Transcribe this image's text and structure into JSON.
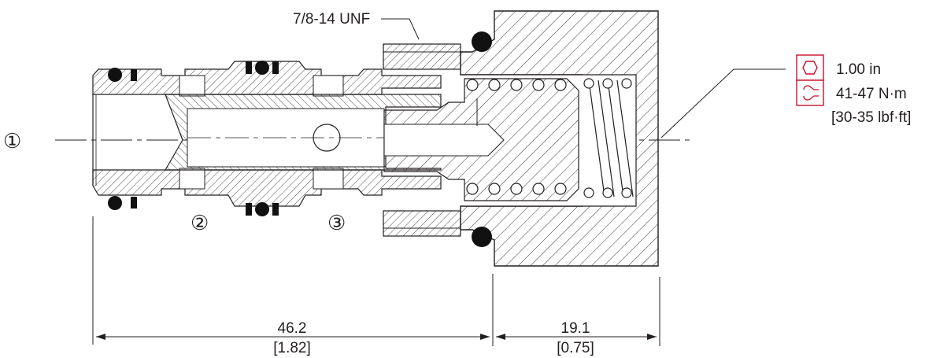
{
  "thread_callout": "7/8-14 UNF",
  "port_1": "①",
  "port_2": "②",
  "port_3": "③",
  "spec": {
    "hex_icon": "hex-nut-icon",
    "wrench_icon": "torque-wrench-icon",
    "hex_size": "1.00 in",
    "torque_metric": "41-47 N·m",
    "torque_imperial": "[30-35 lbf·ft]",
    "icon_color": "#c8102e"
  },
  "dimensions": {
    "cartridge_length_mm": "46.2",
    "cartridge_length_in": "[1.82]",
    "head_length_mm": "19.1",
    "head_length_in": "[0.75]"
  }
}
